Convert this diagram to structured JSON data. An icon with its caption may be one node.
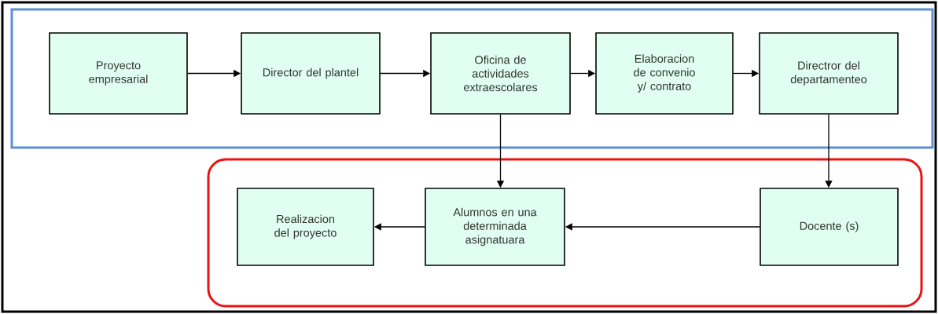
{
  "diagram": {
    "nodes": [
      {
        "text": [],
        "shape": "box"
      },
      {
        "text": [
          "Proyecto empresarial"
        ],
        "in": 0
      },
      {
        "text": [
          "Director del plantel"
        ],
        "in": 0
      },
      {
        "text": [
          "Oficina de actividades extraescolares"
        ],
        "in": 0
      },
      {
        "text": [
          "Elaboracion de convenio y/ contrato"
        ],
        "in": 0
      },
      {
        "text": [
          "Directror del departamenteo"
        ],
        "in": 0
      },
      {
        "text": [],
        "shape": "box"
      },
      {
        "text": [
          "Realizacion del proyecto"
        ],
        "in": 6
      },
      {
        "text": [
          "Alumnos en una determinada asignatuara"
        ],
        "in": 6
      },
      {
        "text": [
          "Docente (s)"
        ],
        "in": 6
      }
    ],
    "edges": [
      {
        "from": 1,
        "to": 2,
        "arrow": "to"
      },
      {
        "from": 2,
        "to": 3,
        "arrow": "to"
      },
      {
        "from": 3,
        "to": 4,
        "arrow": "to"
      },
      {
        "from": 4,
        "to": 5,
        "arrow": "to"
      },
      {
        "from": 3,
        "to": 8,
        "arrow": "to"
      },
      {
        "from": 5,
        "to": 9,
        "arrow": "to"
      },
      {
        "from": 9,
        "to": 8,
        "arrow": "to"
      },
      {
        "from": 8,
        "to": 7,
        "arrow": "to"
      }
    ]
  }
}
